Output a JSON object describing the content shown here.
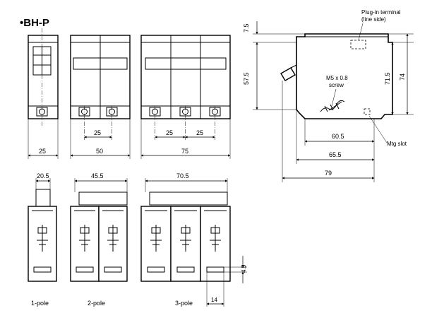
{
  "title": "•BH-P",
  "front_view": {
    "widths": [
      "25",
      "50",
      "75"
    ],
    "terminal_pitch": [
      "25",
      "25",
      "25"
    ]
  },
  "rear_view": {
    "widths": [
      "20.5",
      "45.5",
      "70.5"
    ],
    "slot_height": "4.5",
    "slot_width": "14"
  },
  "pole_labels": [
    "1-pole",
    "2-pole",
    "3-pole"
  ],
  "side_view": {
    "top_offset": "7.5",
    "left_height": "57.5",
    "right_height_inner": "71.5",
    "right_height_outer": "74",
    "depth_1": "60.5",
    "depth_2": "65.5",
    "depth_3": "79",
    "plug_in_label_line1": "Plug-in terminal",
    "plug_in_label_line2": "(line side)",
    "screw_label_line1": "M5 x 0.8",
    "screw_label_line2": "screw",
    "mtg_slot_label": "Mtg slot"
  }
}
